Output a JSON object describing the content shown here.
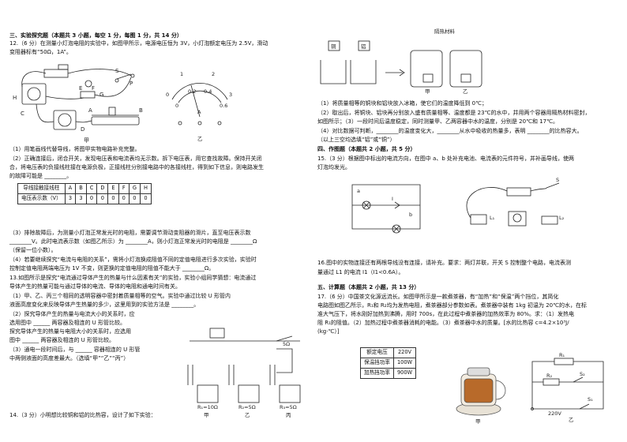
{
  "left": {
    "section3": "三、实验探究题（本题共 3 小题，每空 1 分，每图 1 分，共 14 分）",
    "q12_l1": "12.（6 分）在测量小灯泡电阻的实验中，如图甲所示，电源电压恒为 3V，小灯泡额定电压为 2.5V，滑动",
    "q12_l2": "变阻器标有“50Ω，1A”。",
    "fig_jia": "甲",
    "fig_yi": "乙",
    "meter_ticks": [
      "0",
      "0.2",
      "0.4",
      "0.6"
    ],
    "meter_ticks_big": [
      "0",
      "1",
      "2",
      "3"
    ],
    "meter_unit": "A",
    "circuit_labels": [
      "H",
      "S",
      "P",
      "E",
      "F",
      "G",
      "A",
      "B",
      "C",
      "D"
    ],
    "q12_1": "（1）用笔画线代替导线，将图甲实物电路补充完整。",
    "q12_2a": "（2）正确连接后，闭合开关，发现电压表和电流表均无示数。拆下电压表，用它查找故障。保持开关闭",
    "q12_2b": "合，将电压表的负接线柱接在电源负极，正接线柱分别接电路中的各接线柱，得到如下信息，则电路发生",
    "q12_2c": "的故障可能是 ________。",
    "table_rows": [
      [
        "导线接触接线柱",
        "A",
        "B",
        "C",
        "D",
        "E",
        "F",
        "G",
        "H"
      ],
      [
        "电压表示数（V）",
        "3",
        "3",
        "0",
        "0",
        "0",
        "0",
        "0",
        "0"
      ]
    ],
    "q12_3a": "（3）排除故障后，为测量小灯泡正常发光时的电阻，需要调节滑动变阻器的滑片，直至电压表示数",
    "q12_3b": "________V。此时电流表示数（如图乙所示）为 ________A，则小灯泡正常发光时的电阻是 ________Ω",
    "q12_3c": "（保留一位小数）。",
    "q12_4a": "（4）若要继续探究“电流与电阻的关系”，需将小灯泡换成阻值不同的定值电阻进行多次实验，实验时",
    "q12_4b": "控制定值电阻两端电压为 1V 不变，则更换的定值电阻的阻值不能大于 ________Ω。",
    "q13a": "13.如图所示是探究“电流通过导体产生的热量与什么因素有关”的实验，实验小组同学猜想：电流通过",
    "q13b": "导体产生的热量可能与通过导体的电流、导体的电阻和通电时间有关。",
    "q13_1a": "（1）甲、乙、丙三个相同的透明容器中密封着质量相等的空气。实验中通过比较 U 形管内",
    "q13_1b": "液面高度变化来反映导体产生热量的多少，这里用到的实验方法是 ________。",
    "q13_2a": "（2）探究导体产生的热量与电流大小的关系时，应",
    "q13_2b": "选用图中 ______ 两容器及相连的 U 形管比较。",
    "q13_2c": "探究导体产生的热量与电阻大小的关系时，应选用",
    "q13_2d": "图中 ______ 两容器及相连的 U 形管比较。",
    "q13_3a": "（3）通电一段时间后，与 ______ 容器相连的 U 形管",
    "q13_3b": "中两侧液面的高度差最大。（选填“甲”“乙”“丙”）",
    "res_labels": [
      "R₁=10Ω",
      "R₂=5Ω",
      "R₃=5Ω"
    ],
    "cont_labels": [
      "甲",
      "乙",
      "丙"
    ],
    "res_top": "5Ω",
    "q14": "14.（3 分）小明想比较铜和铝的比热容，设计了如下实验："
  },
  "right": {
    "fig_top_label": "隔热材料",
    "block_cu": "铜",
    "block_al": "铝",
    "fig_jia": "甲",
    "fig_yi": "乙",
    "q14_1": "（1）将质量相等的铜块和铝块放入冰箱，使它们的温度降低到 0℃；",
    "q14_2a": "（2）取出后，将铜块、铝块再分别放入盛有质量相等、温度都是 23℃的水中，并用两个容器用隔热材料密封，",
    "q14_2b": "如图所示；（3）一段时间后温度稳定，同时测量甲、乙两容器中水的温度，分别是 20℃和 17℃。",
    "q14_3a": "（4）对比数据可判断，________的温度变化大，________从水中吸收的热量多，表明 ________的比热容大。",
    "q14_3b": "（以上三空均选填“铝”或“铜”）",
    "section4": "四、作图题（本题共 2 小题，共 5 分）",
    "q15a": "15.（3 分）根据图中标出的电流方向，在图中 a、b 处补充电池、电流表的元件符号，并补画导线，使两",
    "q15b": "灯泡均发光。",
    "q15_labels": [
      "a",
      "b",
      "I"
    ],
    "q16a": "16.图中的实物连接还有两根导线没有连接，请补充。要求：两灯并联，开关 S 控制整个电路，电流表测",
    "q16b": "量通过 L1 的电流 I1（I1<0.6A）。",
    "q16_labels": [
      "L₁",
      "L₂",
      "S"
    ],
    "section5": "五、计算题（本题共 2 小题，共 13 分）",
    "q17a": "17.（6 分）中国茶文化源远流长。如图甲所示是一款煮茶器，有“加热”和“保温”两个挡位，其简化",
    "q17b": "电路图如图乙所示，R₁和 R₂均为发热电阻，煮茶器部分参数如表。煮茶器中装有 1kg 初温为 20℃的水，在标",
    "q17c": "准大气压下，将水刚好加热到沸腾，用时 700s，在此过程中煮茶器的加热效率为 80%。求：（1）发热电",
    "q17d": "阻 R₁的阻值。（2）加热过程中煮茶器消耗的电能。（3）煮茶器中水的质量。[水的比热容 c=4.2×10³J/",
    "q17e": "(kg·℃）]",
    "param_rows": [
      [
        "额定电压",
        "220V"
      ],
      [
        "保温挡功率",
        "100W"
      ],
      [
        "加热挡功率",
        "900W"
      ]
    ],
    "circ_labels": [
      "R₁",
      "R₂",
      "S₂",
      "S₁",
      "220V"
    ],
    "fig_jia2": "甲",
    "fig_yi2": "乙"
  }
}
